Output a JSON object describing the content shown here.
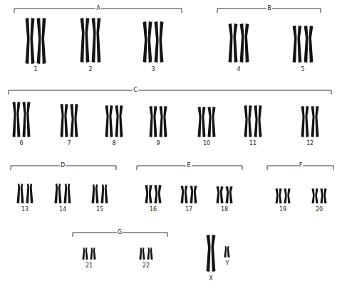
{
  "diagram": {
    "labels": [
      "A",
      "1",
      "2",
      "3",
      "B",
      "4",
      "5",
      "C",
      "6",
      "7",
      "8",
      "9",
      "10",
      "11",
      "12",
      "D",
      "13",
      "14",
      "15",
      "E",
      "16",
      "17",
      "18",
      "F",
      "19",
      "20",
      "G",
      "21",
      "22",
      "X",
      "Y"
    ]
  }
}
